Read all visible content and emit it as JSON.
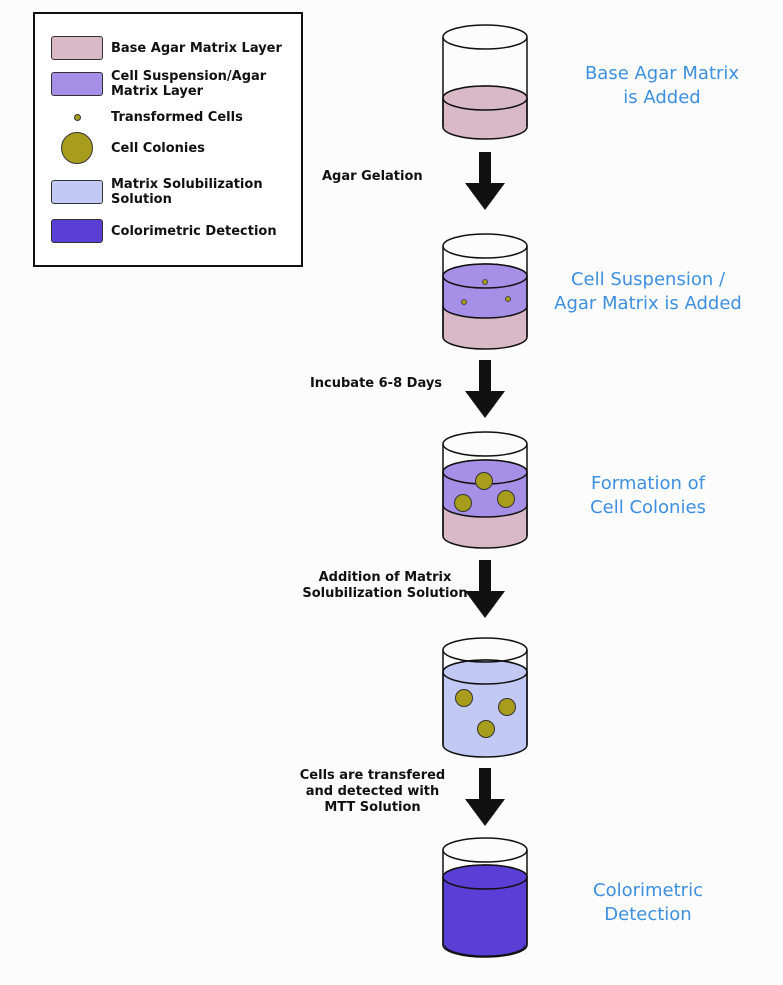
{
  "legend": {
    "items": [
      {
        "label": "Base Agar Matrix Layer",
        "color": "#d9b9c7"
      },
      {
        "label": "Cell Suspension/Agar Matrix Layer",
        "color": "#a68fe6"
      },
      {
        "label": "Transformed Cells",
        "color": "#a89c1c"
      },
      {
        "label": "Cell Colonies",
        "color": "#a89c1c"
      },
      {
        "label": "Matrix Solubilization Solution",
        "color": "#c3c9f5"
      },
      {
        "label": "Colorimetric Detection",
        "color": "#5a3ed6"
      }
    ]
  },
  "steps": [
    {
      "label_line1": "Base Agar Matrix",
      "label_line2": "is Added"
    },
    {
      "label_line1": "Cell Suspension /",
      "label_line2": "Agar Matrix is Added"
    },
    {
      "label_line1": "Formation of",
      "label_line2": "Cell Colonies"
    },
    {
      "label_line1": "Colorimetric",
      "label_line2": "Detection"
    }
  ],
  "arrows": [
    {
      "lines": [
        "Agar Gelation"
      ]
    },
    {
      "lines": [
        "Incubate 6-8 Days"
      ]
    },
    {
      "lines": [
        "Addition of Matrix",
        "Solubilization Solution"
      ]
    },
    {
      "lines": [
        "Cells are transfered",
        "and detected with",
        "MTT Solution"
      ]
    }
  ]
}
